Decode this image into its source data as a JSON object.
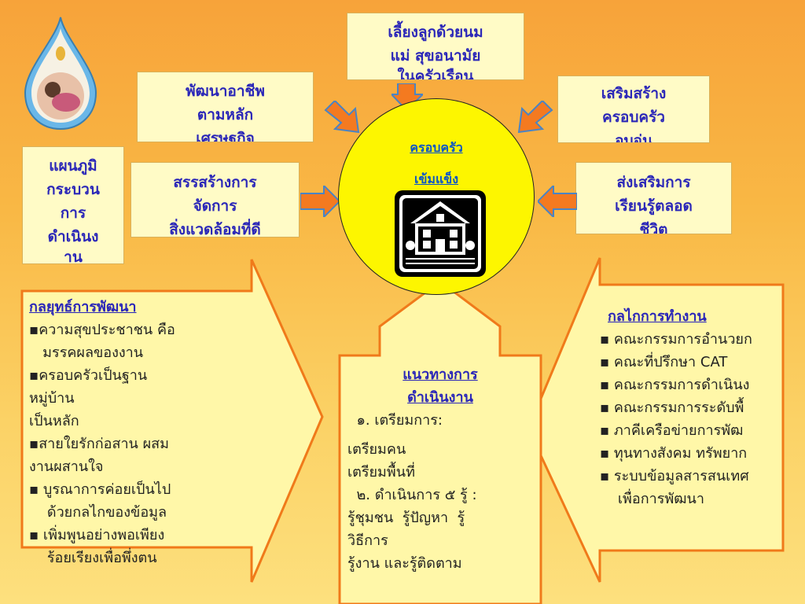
{
  "top_box": {
    "lines": [
      "เลี้ยงลูกด้วยนม",
      "แม่ สุขอนามัย",
      "ในครัวเรือน"
    ]
  },
  "box_career": {
    "lines": [
      "พัฒนาอาชีพ",
      "ตามหลัก",
      "เศรษฐกิจ"
    ]
  },
  "box_warm": {
    "lines": [
      "เสริมสร้าง",
      "ครอบครัว",
      "อบอุ่น"
    ]
  },
  "box_map": {
    "lines": [
      "แผนภูมิ",
      "กระบวน",
      "การ",
      "ดำเนินง",
      "าน"
    ]
  },
  "box_env": {
    "lines": [
      "สรรสร้างการ",
      "จัดการ",
      "สิ่งแวดล้อมที่ดี"
    ]
  },
  "box_learn": {
    "lines": [
      "ส่งเสริมการ",
      "เรียนรู้ตลอด",
      "ชีวิต"
    ]
  },
  "circle": {
    "line1": "ครอบครัว",
    "line2": "เข้มแข็ง"
  },
  "strategy": {
    "title": "กลยุทธ์การพัฒนา",
    "lines": [
      "▪ความสุขประชาชน คือ",
      "   มรรคผลของงาน",
      "▪ครอบครัวเป็นฐาน",
      "หมู่บ้าน",
      "เป็นหลัก",
      "▪สายใยรักก่อสาน ผสม",
      "งานผสานใจ",
      "▪ บูรณาการค่อยเป็นไป",
      "    ด้วยกลไกของข้อมูล",
      "▪ เพิ่มพูนอย่างพอเพียง",
      "    ร้อยเรียงเพื่อพึ่งตน"
    ]
  },
  "guideline": {
    "title_1": "แนวทางการ",
    "title_2": "ดำเนินงาน",
    "lines": [
      "  ๑. เตรียมการ:",
      "",
      "เตรียมคน",
      "เตรียมพื้นที่",
      "  ๒. ดำเนินการ ๕ รู้ :",
      "รู้ชุมชน  รู้ปัญหา  รู้",
      "วิธีการ",
      "รู้งาน และรู้ติดตาม"
    ]
  },
  "mechanism": {
    "title": "กลไกการทำงาน",
    "lines": [
      "▪ คณะกรรมการอำนวยก",
      "▪ คณะที่ปรึกษา CAT",
      "▪ คณะกรรมการดำเนินง",
      "▪ คณะกรรมการระดับพื้",
      "▪ ภาคีเครือข่ายการพัฒ",
      "▪ ทุนทางสังคม ทรัพยาก",
      "▪ ระบบข้อมูลสารสนเทศ",
      "    เพื่อการพัฒนา"
    ]
  },
  "colors": {
    "box_fill": "#fffbc6",
    "box_text": "#2b27b8",
    "arrow_fill": "#f47a20",
    "circle_fill": "#fdf600",
    "panel_fill": "#fff7a8",
    "panel_border": "#f07a1a"
  }
}
